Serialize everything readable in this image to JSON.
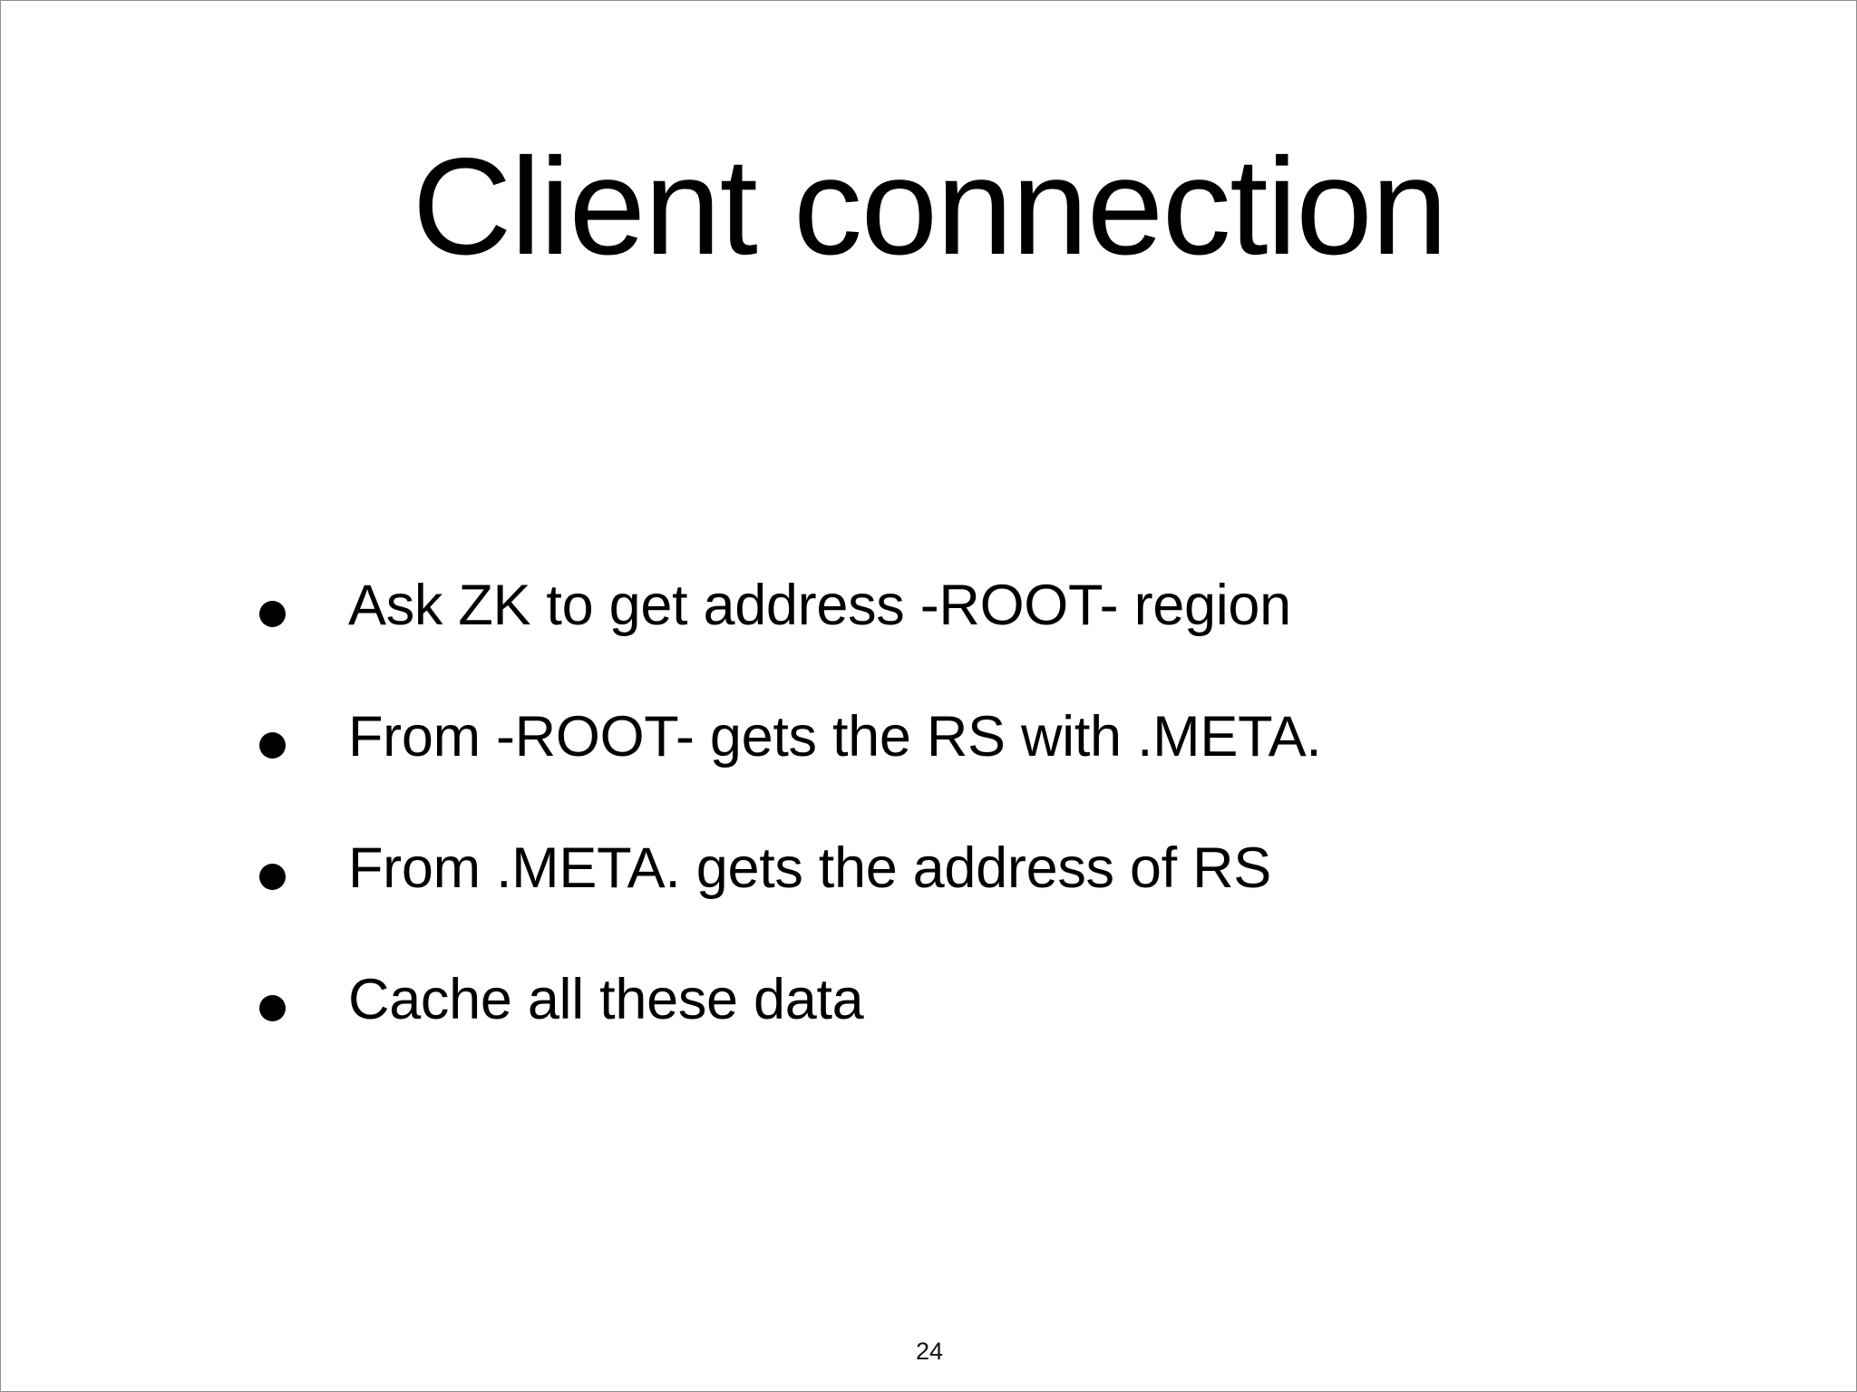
{
  "slide": {
    "title": "Client connection",
    "page_number": "24",
    "background_color": "#ffffff",
    "text_color": "#000000",
    "border_color": "#8e8e8e",
    "bullet_marker": "round-dot",
    "bullets": [
      {
        "text": "Ask ZK to get address -ROOT- region"
      },
      {
        "text": "From -ROOT- gets the RS with .META."
      },
      {
        "text": "From .META. gets the address of RS"
      },
      {
        "text": "Cache all these data"
      }
    ]
  }
}
